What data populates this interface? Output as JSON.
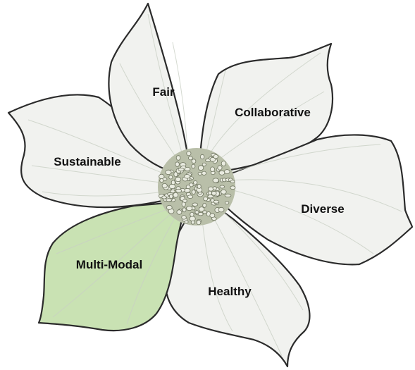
{
  "petals": [
    {
      "id": "fair",
      "label": "Fair",
      "highlighted": false
    },
    {
      "id": "collaborative",
      "label": "Collaborative",
      "highlighted": false
    },
    {
      "id": "diverse",
      "label": "Diverse",
      "highlighted": false
    },
    {
      "id": "healthy",
      "label": "Healthy",
      "highlighted": false
    },
    {
      "id": "multi-modal",
      "label": "Multi-Modal",
      "highlighted": true
    },
    {
      "id": "sustainable",
      "label": "Sustainable",
      "highlighted": false
    }
  ],
  "colors": {
    "petal_fill": "#f1f2ef",
    "petal_shade": "#dfe2dc",
    "highlight_fill": "#c9e2b3",
    "outline": "#2b2b2b",
    "center_fill": "#b9bfa9",
    "stamen_fill": "#e9ebe0"
  }
}
